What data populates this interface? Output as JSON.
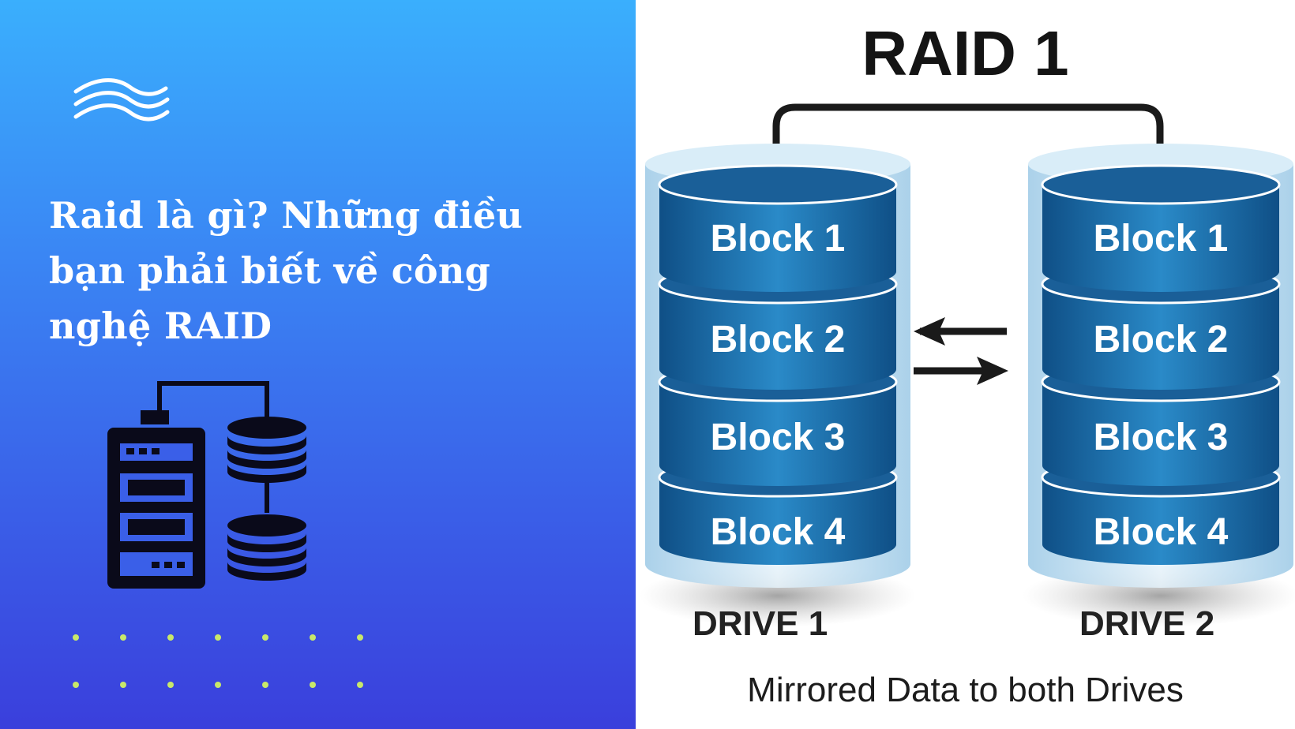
{
  "headline": {
    "line1": "Raid là gì? Những điều",
    "line2": "bạn phải biết về công",
    "line3": "nghệ RAID"
  },
  "diagram": {
    "title": "RAID 1",
    "drives": [
      {
        "label": "DRIVE 1",
        "blocks": [
          "Block 1",
          "Block 2",
          "Block 3",
          "Block 4"
        ]
      },
      {
        "label": "DRIVE 2",
        "blocks": [
          "Block 1",
          "Block 2",
          "Block 3",
          "Block 4"
        ]
      }
    ],
    "caption": "Mirrored Data to both Drives"
  },
  "icons": [
    "wave-logo-icon",
    "server-rack-icon",
    "database-icon",
    "arrow-left-icon",
    "arrow-right-icon"
  ],
  "colors": {
    "gradient_top": "#3aaffd",
    "gradient_bottom": "#3a3fdc",
    "dot_color": "#c8e86a",
    "disk_blue": "#1a6aa8",
    "disk_light": "#cfe5f3"
  }
}
